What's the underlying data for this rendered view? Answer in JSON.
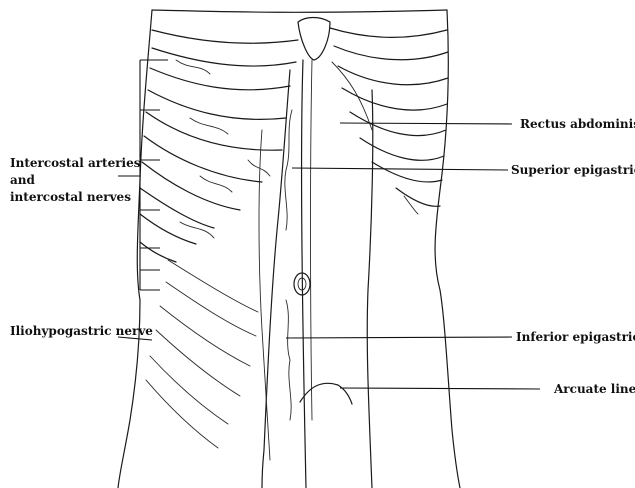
{
  "labels": {
    "rectus_abdominis": "Rectus abdominis",
    "superior_epigastric": "Superior epigastric",
    "intercostal_line1": "Intercostal arteries",
    "intercostal_line2": "and",
    "intercostal_line3": "intercostal nerves",
    "iliohypogastric": "Iliohypogastric nerve",
    "inferior_epigastric": "Inferior epigastric",
    "arcuate_line": "Arcuate line"
  }
}
